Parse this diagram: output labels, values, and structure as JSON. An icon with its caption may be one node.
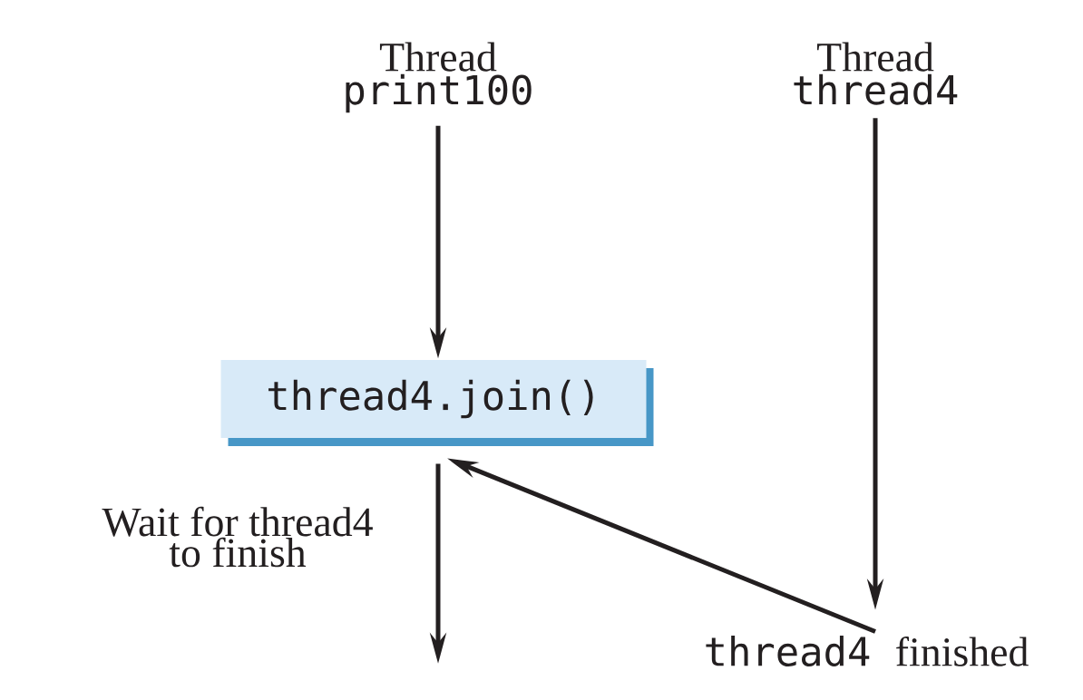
{
  "diagram": {
    "nodes": [
      {
        "text": [
          "Thread",
          "print100"
        ]
      },
      {
        "text": [
          "Thread",
          "thread4"
        ]
      },
      {
        "text": [
          "thread4.join()"
        ]
      },
      {
        "text": [
          "thread4",
          "finished"
        ]
      }
    ],
    "edges": [
      {
        "from": 0,
        "to": 2,
        "arrow": "to"
      },
      {
        "from": 1,
        "to": 3,
        "arrow": "to"
      },
      {
        "from": 3,
        "to": 2,
        "arrow": "to"
      },
      {
        "from": 2,
        "to": null,
        "arrow": "to",
        "label": "Wait for thread4 to finish"
      }
    ]
  }
}
